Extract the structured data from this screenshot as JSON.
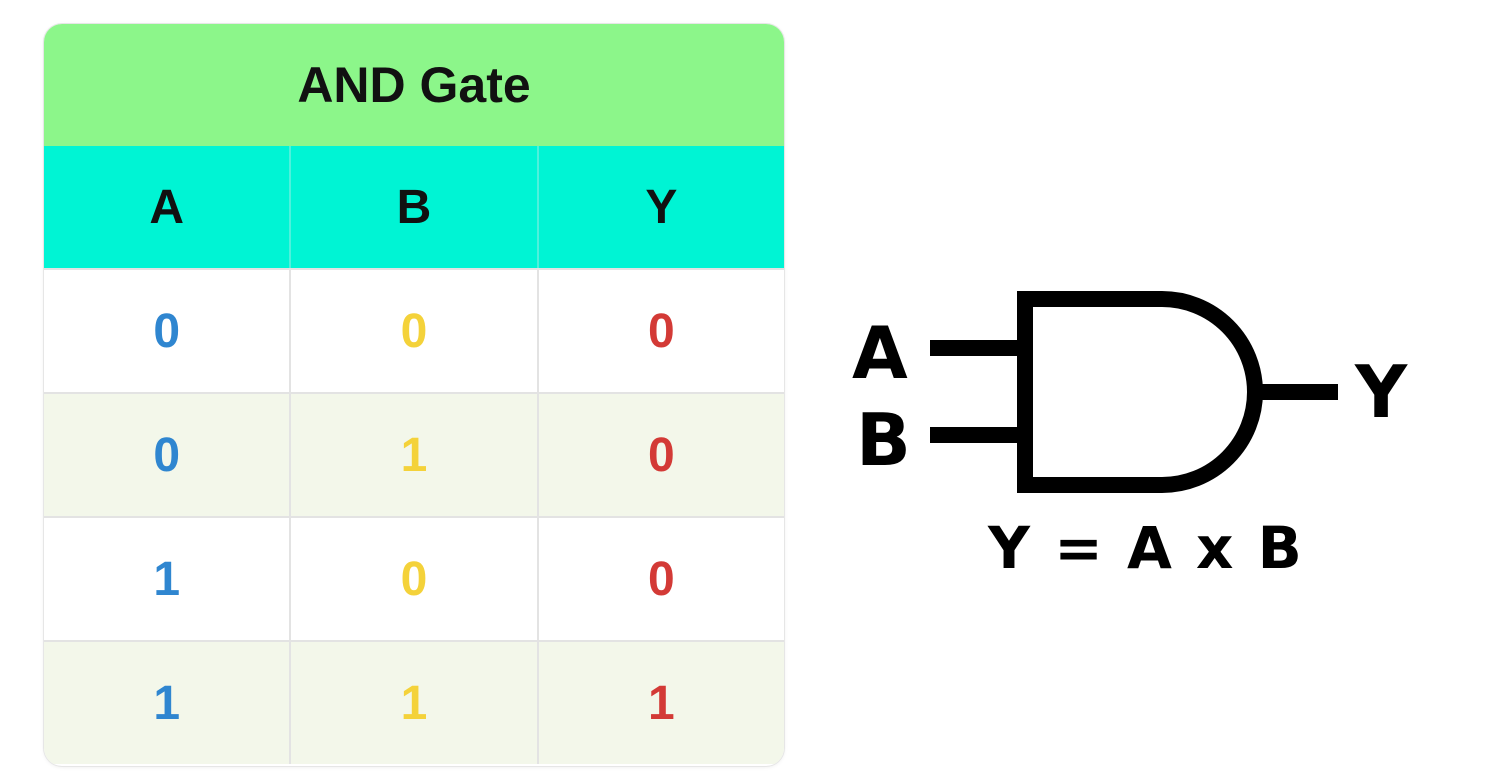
{
  "table": {
    "title": "AND Gate",
    "headers": [
      "A",
      "B",
      "Y"
    ],
    "rows": [
      [
        "0",
        "0",
        "0"
      ],
      [
        "0",
        "1",
        "0"
      ],
      [
        "1",
        "0",
        "0"
      ],
      [
        "1",
        "1",
        "1"
      ]
    ],
    "colors": {
      "title_bg": "#8cf68a",
      "header_bg": "#00f4d4",
      "col_a": "#2f86d0",
      "col_b": "#f4d23a",
      "col_y": "#d33a36",
      "alt_row_bg": "#f3f7ea"
    }
  },
  "gate": {
    "input_a": "A",
    "input_b": "B",
    "output": "Y",
    "equation": "Y = A x B",
    "symbol": "and-gate-icon"
  }
}
